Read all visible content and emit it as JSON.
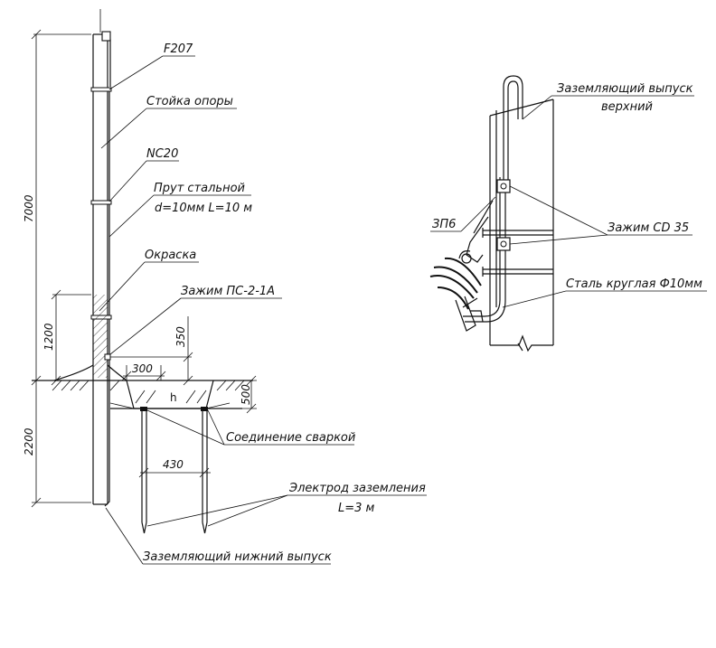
{
  "labels": {
    "f207": "F207",
    "pole": "Стойка опоры",
    "nc20": "NC20",
    "rod_line1": "Прут стальной",
    "rod_line2": "d=10мм L=10 м",
    "paint": "Окраска",
    "clamp_ps": "Зажим ПС-2-1А",
    "weld": "Соединение сваркой",
    "electrode_line1": "Электрод заземления",
    "electrode_line2": "L=3 м",
    "lower_outlet": "Заземляющий нижний выпуск",
    "upper_outlet_line1": "Заземляющий выпуск",
    "upper_outlet_line2": "верхний",
    "zp6": "ЗП6",
    "clamp_cd": "Зажим CD 35",
    "round_steel": "Сталь круглая Ф10мм"
  },
  "dimensions": {
    "d7000": "7000",
    "d1200": "1200",
    "d2200": "2200",
    "d350": "350",
    "d300": "300",
    "d500": "500",
    "d430": "430",
    "h": "h"
  }
}
